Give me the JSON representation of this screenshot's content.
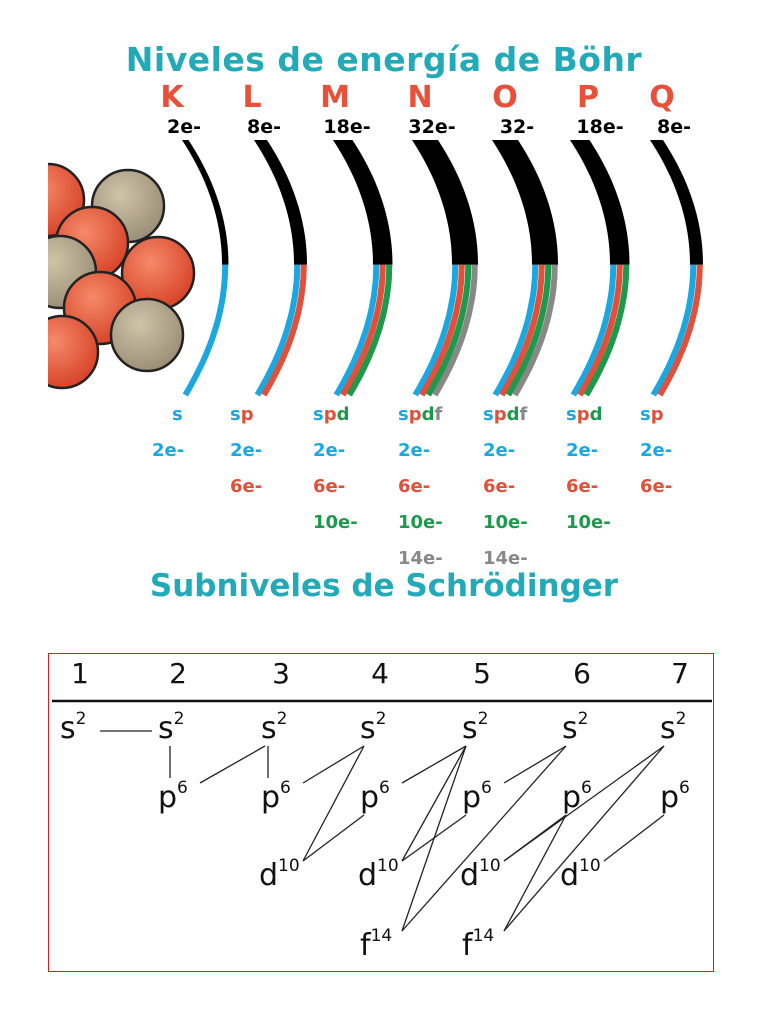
{
  "title": "Niveles de energía de Böhr",
  "subtitle": "Subniveles de Schrödinger",
  "colors": {
    "accent": "#22aab8",
    "s": "#1ba8e0",
    "p": "#e0503a",
    "d": "#1a9a4a",
    "f": "#888888",
    "shell": "#000000",
    "frame": "#d42020"
  },
  "levels": [
    {
      "letter": "K",
      "capacity": "2e-",
      "subs": [
        "s"
      ],
      "counts": [
        "2e-"
      ]
    },
    {
      "letter": "L",
      "capacity": "8e-",
      "subs": [
        "s",
        "p"
      ],
      "counts": [
        "2e-",
        "6e-"
      ]
    },
    {
      "letter": "M",
      "capacity": "18e-",
      "subs": [
        "s",
        "p",
        "d"
      ],
      "counts": [
        "2e-",
        "6e-",
        "10e-"
      ]
    },
    {
      "letter": "N",
      "capacity": "32e-",
      "subs": [
        "s",
        "p",
        "d",
        "f"
      ],
      "counts": [
        "2e-",
        "6e-",
        "10e-",
        "14e-"
      ]
    },
    {
      "letter": "O",
      "capacity": "32-",
      "subs": [
        "s",
        "p",
        "d",
        "f"
      ],
      "counts": [
        "2e-",
        "6e-",
        "10e-",
        "14e-"
      ]
    },
    {
      "letter": "P",
      "capacity": "18e-",
      "subs": [
        "s",
        "p",
        "d"
      ],
      "counts": [
        "2e-",
        "6e-",
        "10e-"
      ]
    },
    {
      "letter": "Q",
      "capacity": "8e-",
      "subs": [
        "s",
        "p"
      ],
      "counts": [
        "2e-",
        "6e-"
      ]
    }
  ],
  "table": {
    "headers": [
      "1",
      "2",
      "3",
      "4",
      "5",
      "6",
      "7"
    ],
    "rows": [
      [
        "s2",
        "s2",
        "s2",
        "s2",
        "s2",
        "s2",
        "s2"
      ],
      [
        "",
        "p6",
        "p6",
        "p6",
        "p6",
        "p6",
        "p6"
      ],
      [
        "",
        "",
        "d10",
        "d10",
        "d10",
        "d10",
        ""
      ],
      [
        "",
        "",
        "",
        "f14",
        "f14",
        "",
        ""
      ]
    ]
  }
}
